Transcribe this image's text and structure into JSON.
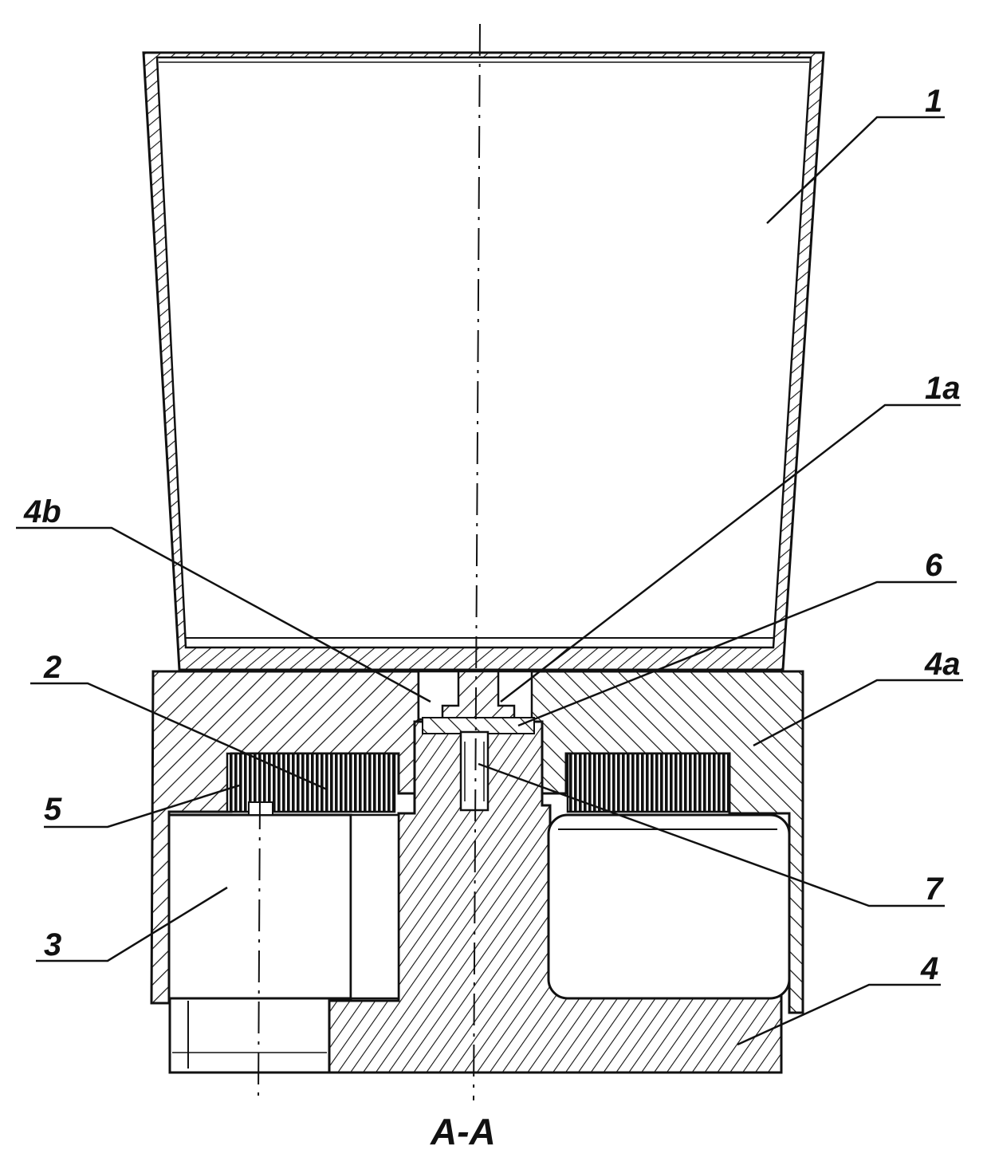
{
  "labels": {
    "l1": "1",
    "l1a": "1a",
    "l4b": "4b",
    "l6": "6",
    "l2": "2",
    "l4a": "4a",
    "l5": "5",
    "l7": "7",
    "l3": "3",
    "l4": "4"
  },
  "section_label": "A-A",
  "colors": {
    "ink": "#111111",
    "paper": "#ffffff"
  }
}
